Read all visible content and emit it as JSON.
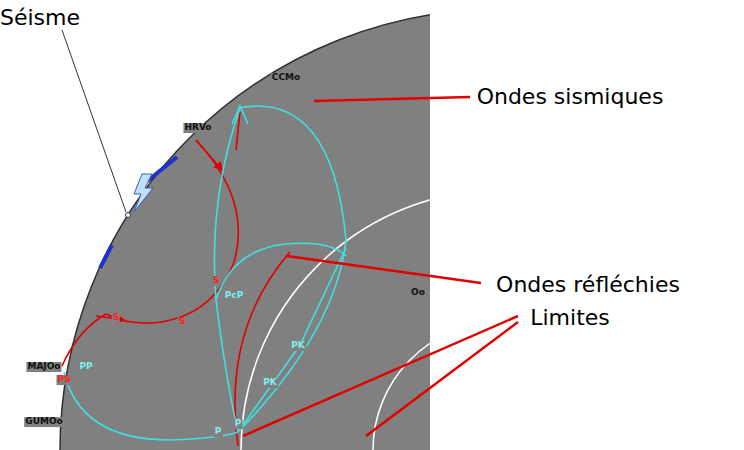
{
  "diagram": {
    "labels": [
      "Séisme",
      "Ondes sismiques",
      "Ondes réfléchies",
      "Limites",
      "CCMo",
      "HRVo",
      "Oo",
      "MAJOo",
      "GUMOo",
      "S",
      "S",
      "S",
      "PcP",
      "PK",
      "PK",
      "PP",
      "PS",
      "P",
      "P"
    ]
  }
}
